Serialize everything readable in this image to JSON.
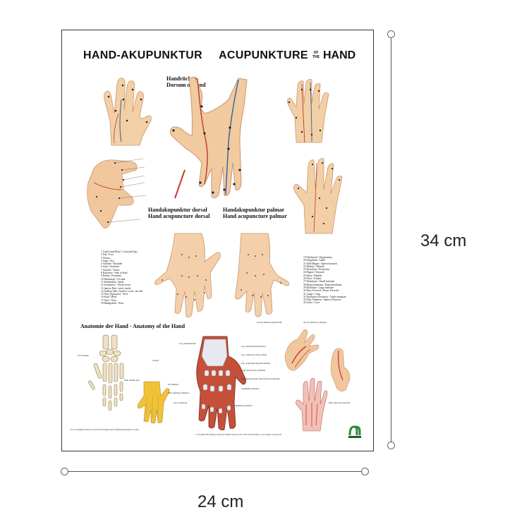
{
  "poster": {
    "title_de": "HAND-AKUPUNKTUR",
    "title_en": "ACUPUNKTURE",
    "title_of": "OF",
    "title_the": "THE",
    "title_hand": "HAND",
    "caption_dorsum_de": "Handrücken",
    "caption_dorsum_en": "Dorsum of hand",
    "caption_dorsal_de": "Handakupunktur dorsal",
    "caption_dorsal_en": "Hand acupuncture dorsal",
    "caption_palmar_de": "Handakupunktur palmar",
    "caption_palmar_en": "Hand acupuncture palmar",
    "anatomy_title": "Anatomie der Hand  - Anatomy of  the Hand",
    "legend_left": [
      "1 Lende (und Bein) / Loin (and leg)",
      "2 Fuß / Foot",
      "3 Thorax",
      "4 Auge / Eye",
      "5 Schulter / Shoulder",
      "6 Stirn / Forehead",
      "7 Scheitel / Vertex",
      "8 Kopfseite / Side of head",
      "9 Damm / Perineum",
      "10 Hinterkopf / Occiput",
      "11 Wirbelsäule / Spine",
      "12 Ischiasnerv / Sciatic nerve",
      "13 Innerer Hals / neck, inside",
      "14 Äußerer Hals, Nacken / neck, out side",
      "15 Nase (Epistaxis) / Nose",
      "16 Kopf / Head",
      "17 Nase / Nose",
      "18 Handgelenk / Wrist"
    ],
    "legend_right": [
      "19 Oberbauch / Epigastrium",
      "20 Fußgelenk / Ankle",
      "21 Milz/Magen / Spleen/stomach",
      "22 Rhinitis / Rhinitis",
      "23 Bronchitis / Bronchitis",
      "24 Magen / Stomach",
      "25 Blase / Bladder",
      "26 Niere / Kidney",
      "27 Dünndarm / Small intestine",
      "28 Hypochondrium / Hypochondrium",
      "29 Dickdarm / Large intestine",
      "30 Herz, Pericard / Heart, Pericard",
      "31 Lunge / Lung",
      "32 Dreifacher Erwärmer / Triple energizer",
      "33 Milz, Pankreas / Spleen, Pancreas",
      "34 Leber / Liver"
    ],
    "labels_anatomy": [
      "Lig. pisohamatum",
      "Lig. radiocarpeum palmare",
      "Lig. collaterale carpi radiale",
      "Lig. carpometacarpeum palmare",
      "Ligg. metacarpea palmaria",
      "Lig. metacarpeum transversum profundum",
      "Ligamenta palmaria",
      "Lig. collaterale",
      "Ligamenta palmaria",
      "Os Lunatum",
      "Carpus",
      "Mm. lumbricales",
      "M. palmaris",
      "Mm. digitales palmares",
      "Arcus palmaris superficialis",
      "Arcus palmaris profundus",
      "Mm. interossei dorsales"
    ],
    "footer_left": "Trotz sorgfältiger Recherche kann für Richtigkeit keine Haftung übernommen werden.",
    "footer_right": "© Copyright 2003 Rüdiger Anatomie GmbH, Postfach 1262, 36251 Bad Hersfeld, www.ruediger-anatomie.de"
  },
  "dimensions": {
    "height_label": "34 cm",
    "width_label": "24 cm"
  },
  "colors": {
    "skin": "#f3cfa6",
    "skin_dark": "#dba37a",
    "meridian_red": "#c2382c",
    "meridian_blue": "#2f5fa8",
    "bone": "#efe2c0",
    "muscle_yellow": "#f0c238",
    "tendon": "#e8e8f0"
  }
}
